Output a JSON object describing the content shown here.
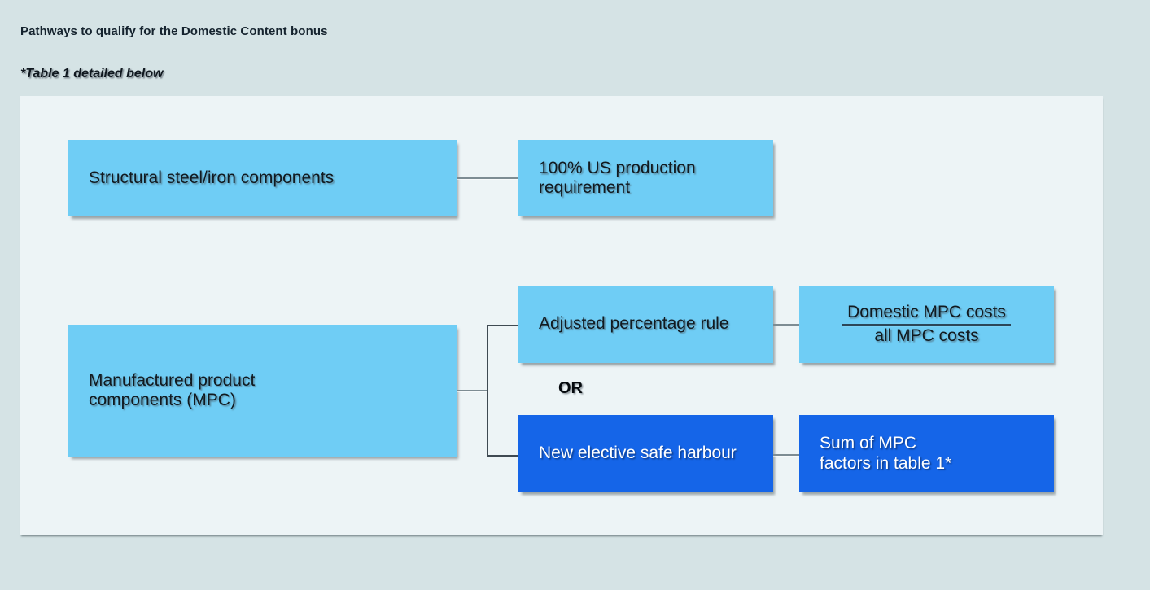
{
  "header": {
    "title": "Pathways to qualify for the Domestic Content bonus",
    "subtitle": "*Table 1 detailed below"
  },
  "colors": {
    "page_background": "#d5e3e5",
    "panel_background": "#edf4f6",
    "box_light_blue": "#6fcdf5",
    "box_dark_blue": "#1565e8",
    "text_dark": "#111a20",
    "text_light": "#ffffff",
    "connector": "#3f4a52"
  },
  "diagram": {
    "type": "flowchart",
    "branches": [
      {
        "id": "structural-steel",
        "source": "Structural steel/iron components",
        "requirement": "100% US production\nrequirement"
      },
      {
        "id": "manufactured-product",
        "source": "Manufactured product\ncomponents (MPC)",
        "operator": "OR",
        "options": [
          {
            "id": "adjusted-percentage-rule",
            "label": "Adjusted percentage rule",
            "style": "light",
            "result_style": "light",
            "result_type": "fraction",
            "fraction_numerator": "Domestic MPC costs",
            "fraction_denominator": "all MPC costs"
          },
          {
            "id": "elective-safe-harbour",
            "label": "New elective safe harbour",
            "style": "dark",
            "result_style": "dark",
            "result_type": "text",
            "result_label": "Sum of MPC\nfactors in table 1*"
          }
        ]
      }
    ]
  }
}
